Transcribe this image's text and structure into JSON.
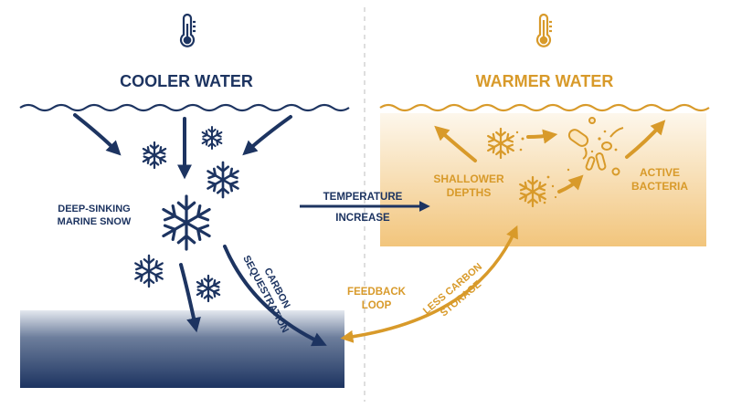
{
  "colors": {
    "navy": "#1d3461",
    "orange": "#d89a2a",
    "warm_fill_top": "#fbf2e2",
    "warm_fill_bottom": "#f2c782",
    "deep_bottom": "#1d3461",
    "divider": "#cccccc"
  },
  "cooler": {
    "title": "COOLER WATER",
    "icon": "thermometer-icon",
    "snow_label": [
      "DEEP-SINKING",
      "MARINE SNOW"
    ],
    "sequestration_label": [
      "CARBON",
      "SEQUESTRATION"
    ]
  },
  "warmer": {
    "title": "WARMER WATER",
    "icon": "thermometer-icon",
    "depth_label": [
      "SHALLOWER",
      "DEPTHS"
    ],
    "bacteria_label": [
      "ACTIVE",
      "BACTERIA"
    ]
  },
  "transition": {
    "label": [
      "TEMPERATURE",
      "INCREASE"
    ]
  },
  "feedback": {
    "loop_label": [
      "FEEDBACK",
      "LOOP"
    ],
    "storage_label": [
      "LESS CARBON",
      "STORAGE"
    ]
  },
  "icons": [
    "thermometer-icon",
    "snowflake-icon",
    "bacteria-icon",
    "wave-icon",
    "arrow-icon"
  ]
}
